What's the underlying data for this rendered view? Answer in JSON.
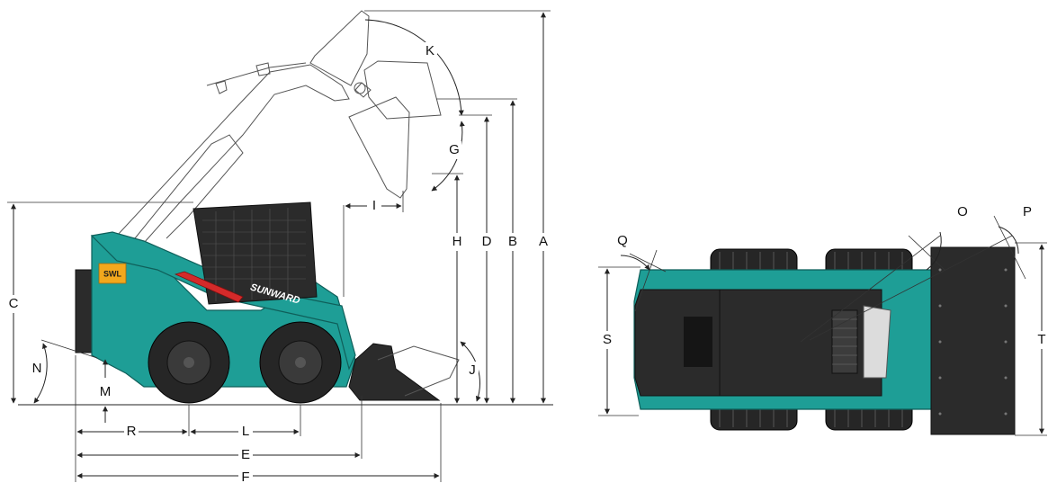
{
  "side_view": {
    "brand": "SUNWARD",
    "model_badge": "SWL",
    "dimension_labels": {
      "A": "A",
      "B": "B",
      "C": "C",
      "D": "D",
      "E": "E",
      "F": "F",
      "G": "G",
      "H": "H",
      "I": "I",
      "J": "J",
      "K": "K",
      "L": "L",
      "M": "M",
      "N": "N",
      "R": "R"
    }
  },
  "top_view": {
    "dimension_labels": {
      "O": "O",
      "P": "P",
      "Q": "Q",
      "S": "S",
      "T": "T"
    }
  },
  "colors": {
    "body": "#1e9e96",
    "cab": "#2b2b2b",
    "tires": "#262626",
    "stripe": "#d42a2a",
    "badge": "#f2a81d"
  }
}
